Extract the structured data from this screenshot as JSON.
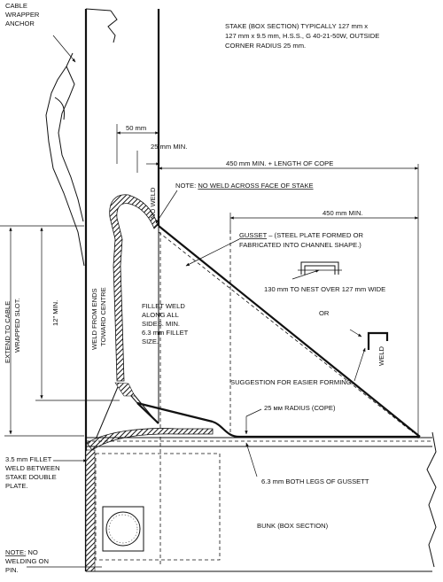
{
  "labels": {
    "cable_anchor_1": "CABLE",
    "cable_anchor_2": "WRAPPER",
    "cable_anchor_3": "ANCHOR",
    "stake_1": "STAKE (BOX SECTION) TYPICALLY 127  mm x",
    "stake_2": "127 mm x 9.5 mm, H.S.S., G 40-21-50W, OUTSIDE",
    "stake_3": "CORNER RADIUS 25 mm.",
    "dim_50": "50 mm",
    "dim_25min": "25 mm MIN.",
    "dim_450_cope": "450 mm MIN. + LENGTH OF COPE",
    "no_weld_vertical": "NO WELD",
    "note_prefix": "NOTE: ",
    "note_underlined": "NO WELD ACROSS FACE OF STAKE",
    "dim_450": "450 mm MIN.",
    "gusset_title": "GUSSET",
    "gusset_rest_1": " – (STEEL PLATE FORMED OR",
    "gusset_rest_2": "FABRICATED INTO CHANNEL SHAPE.)",
    "nest": "130 mm TO NEST OVER 127 mm WIDE",
    "or": "OR",
    "weld_small": "WELD",
    "extend_1": "EXTEND TO CABLE",
    "extend_2": "WRAPPED SLOT.",
    "dim_12": "12\" MIN.",
    "weld_ends_1": "WELD FROM ENDS",
    "weld_ends_2": "TOWARD CENTRE",
    "fillet_1": "FILLET WELD",
    "fillet_2": "ALONG ALL",
    "fillet_3": "SIDES. MIN.",
    "fillet_4": "6.3 mm FILLET",
    "fillet_5": "SIZE.",
    "suggestion": "SUGGESTION FOR EASIER FORMING.",
    "radius": "25 мм RADIUS (COPE)",
    "fillet35_1": "3.5 mm FILLET",
    "fillet35_2": "WELD  BETWEEN",
    "fillet35_3": "STAKE  DOUBLE",
    "fillet35_4": "PLATE.",
    "both_legs": "6.3 mm BOTH LEGS OF GUSSETT",
    "bunk": "BUNK  (BOX SECTION)",
    "note2_title": "NOTE:",
    "note2_rest_1": " NO",
    "note2_rest_2": "WELDING ON",
    "note2_rest_3": "PIN."
  }
}
